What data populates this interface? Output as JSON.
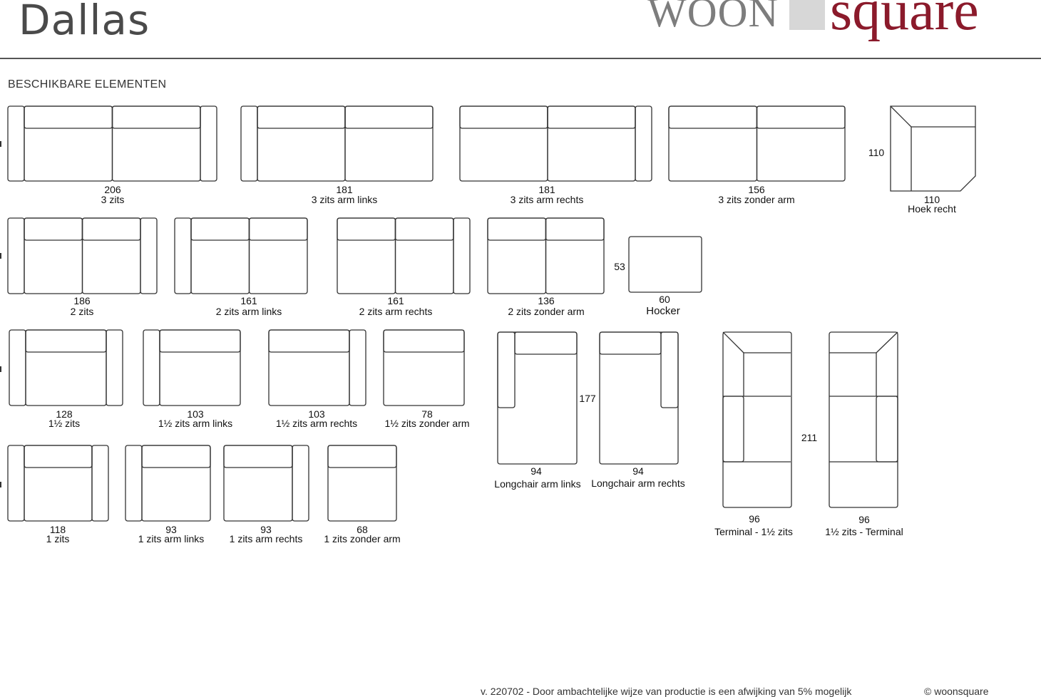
{
  "header": {
    "title": "Dallas",
    "logo": {
      "part1": "WOON",
      "part2": "square",
      "colors": {
        "woon": "#7d7d7d",
        "square": "#8b1a2b",
        "box": "#d7d7d7"
      }
    }
  },
  "section_title": "BESCHIKBARE ELEMENTEN",
  "elements": [
    {
      "dim": "206",
      "name": "3 zits"
    },
    {
      "dim": "181",
      "name": "3 zits arm links"
    },
    {
      "dim": "181",
      "name": "3 zits arm rechts"
    },
    {
      "dim": "156",
      "name": "3 zits zonder arm"
    },
    {
      "dim": "110",
      "name": "Hoek recht",
      "side_dim": "110"
    },
    {
      "dim": "186",
      "name": "2 zits"
    },
    {
      "dim": "161",
      "name": "2 zits arm links"
    },
    {
      "dim": "161",
      "name": "2 zits arm rechts"
    },
    {
      "dim": "136",
      "name": "2 zits zonder arm"
    },
    {
      "dim": "60",
      "name": "Hocker",
      "side_dim": "53"
    },
    {
      "dim": "128",
      "name": "1½ zits"
    },
    {
      "dim": "103",
      "name": "1½ zits arm links"
    },
    {
      "dim": "103",
      "name": "1½ zits arm rechts"
    },
    {
      "dim": "78",
      "name": "1½ zits zonder arm"
    },
    {
      "dim": "94",
      "name": "Longchair arm links"
    },
    {
      "dim": "94",
      "name": "Longchair arm rechts",
      "side_dim": "177"
    },
    {
      "dim": "96",
      "name": "Terminal - 1½ zits"
    },
    {
      "dim": "96",
      "name": "1½ zits - Terminal",
      "side_dim": "211"
    },
    {
      "dim": "118",
      "name": "1 zits"
    },
    {
      "dim": "93",
      "name": "1 zits arm links"
    },
    {
      "dim": "93",
      "name": "1 zits arm rechts"
    },
    {
      "dim": "68",
      "name": "1 zits zonder arm"
    }
  ],
  "footer": {
    "note": "v. 220702 - Door ambachtelijke wijze van productie is een afwijking van 5% mogelijk",
    "copyright": "© woonsquare"
  }
}
